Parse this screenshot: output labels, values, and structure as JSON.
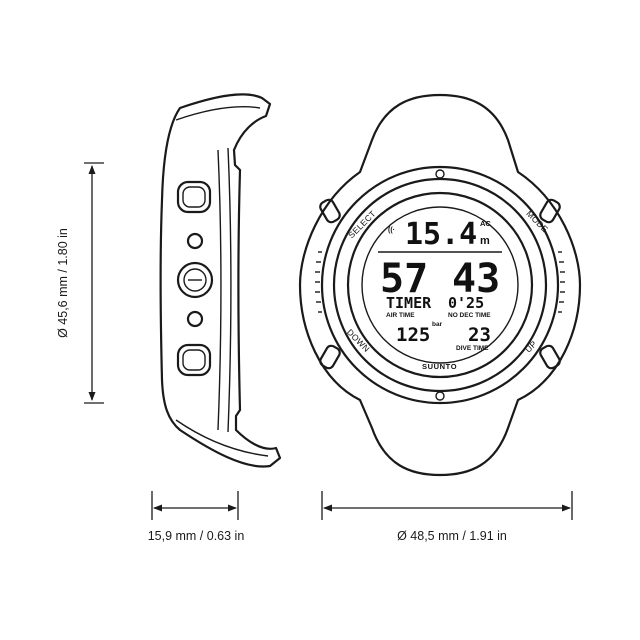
{
  "dimensions": {
    "height": "Ø 45,6 mm / 1.80 in",
    "side_width": "15,9 mm / 0.63 in",
    "front_width": "Ø 48,5 mm / 1.91 in"
  },
  "button_labels": {
    "select": "SELECT",
    "mode": "MODE",
    "down": "DOWN",
    "up": "UP"
  },
  "display": {
    "depth": "15.4",
    "depth_suffix": "AC",
    "depth_unit": "m",
    "left_big": "57",
    "right_big": "43",
    "timer_label": "TIMER",
    "timer_value": "0'25",
    "air_time_label": "AIR TIME",
    "no_dec_label": "NO DEC TIME",
    "bar_unit": "bar",
    "pressure": "125",
    "dive_time_value": "23",
    "dive_time_label": "DIVE TIME"
  },
  "brand": "SUUNTO",
  "colors": {
    "line": "#1a1a1a",
    "background": "#ffffff"
  }
}
